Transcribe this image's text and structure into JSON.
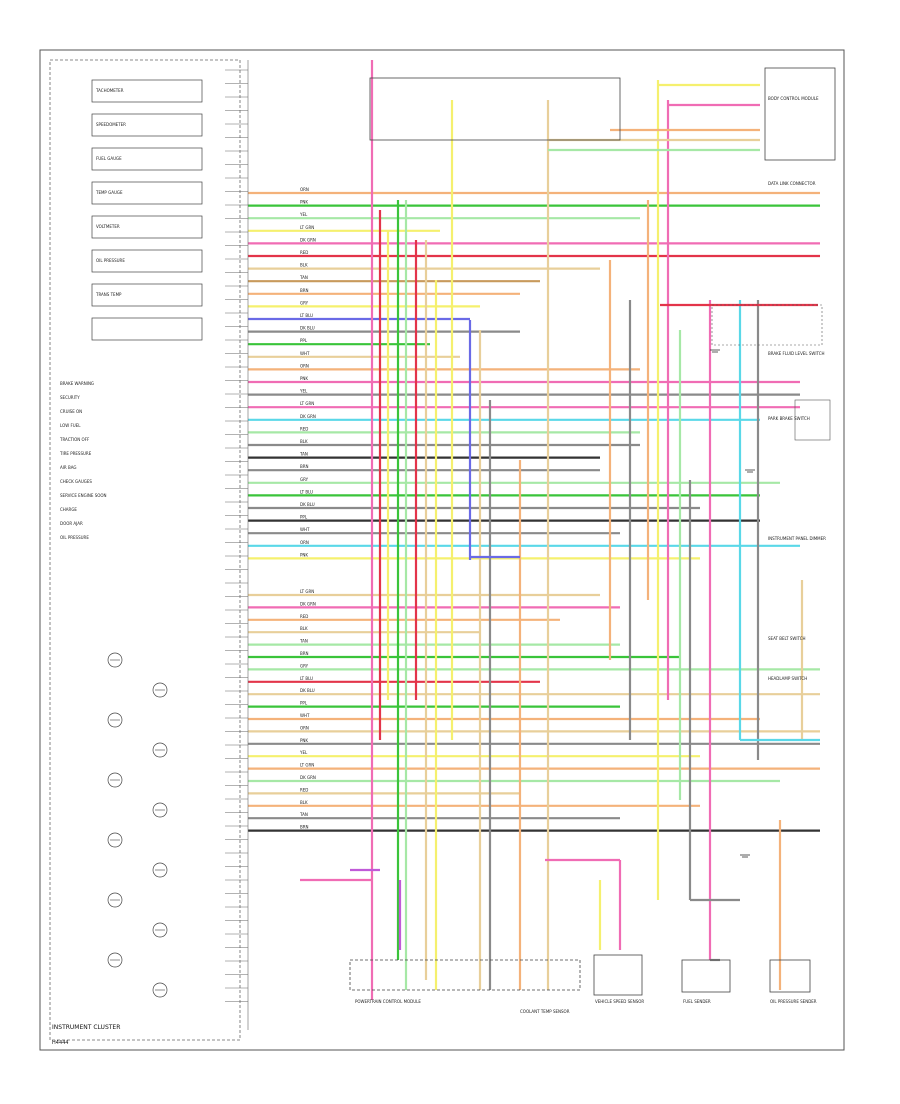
{
  "diagram": {
    "bottom_left_label": "INSTRUMENT CLUSTER",
    "page_tag": "H4444",
    "cluster_modules": [
      "BRAKE WARNING",
      "SECURITY",
      "CRUISE ON",
      "LOW FUEL",
      "TRACTION OFF",
      "TIRE PRESSURE",
      "AIR BAG",
      "CHECK GAUGES",
      "SERVICE ENGINE SOON",
      "CHARGE",
      "DOOR AJAR",
      "OIL PRESSURE"
    ],
    "gauges": [
      "TACHOMETER",
      "SPEEDOMETER",
      "FUEL GAUGE",
      "TEMP GAUGE",
      "VOLTMETER",
      "OIL PRESSURE",
      "TRANS TEMP"
    ],
    "right_components": [
      "BODY CONTROL MODULE",
      "DATA LINK CONNECTOR",
      "BRAKE FLUID LEVEL SWITCH",
      "PARK BRAKE SWITCH",
      "INSTRUMENT PANEL DIMMER",
      "SEAT BELT SWITCH",
      "HEADLAMP SWITCH"
    ],
    "bottom_components": [
      "POWERTRAIN CONTROL MODULE",
      "VEHICLE SPEED SENSOR",
      "FUEL SENDER",
      "OIL PRESSURE SENDER",
      "COOLANT TEMP SENSOR"
    ],
    "wire_colors": [
      "ORN",
      "PNK",
      "YEL",
      "LT GRN",
      "DK GRN",
      "RED",
      "BLK",
      "TAN",
      "BRN",
      "GRY",
      "LT BLU",
      "DK BLU",
      "PPL",
      "WHT"
    ]
  },
  "colors": {
    "frame": "#555555",
    "wire_orange": "#f4b27a",
    "wire_pink": "#f06cb4",
    "wire_yellow": "#f5f06e",
    "wire_green": "#3ac43a",
    "wire_lightgreen": "#a6e8a6",
    "wire_red": "#e3344a",
    "wire_gray": "#8a8a8a",
    "wire_black": "#333333",
    "wire_tan": "#e8cf9a",
    "wire_brown": "#c89a5c",
    "wire_cyan": "#5ad8e8",
    "wire_blue": "#6a6ae6",
    "wire_purple": "#c05ad8",
    "wire_lightblue": "#a9c9f0"
  }
}
